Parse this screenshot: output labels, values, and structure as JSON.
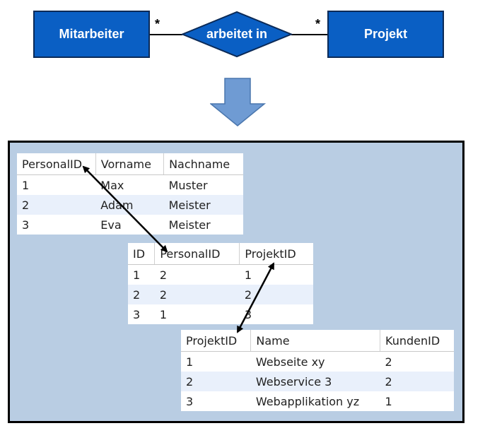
{
  "er_diagram": {
    "entity_left": "Mitarbeiter",
    "relationship": "arbeitet in",
    "entity_right": "Projekt",
    "multiplicity_left": "*",
    "multiplicity_right": "*",
    "colors": {
      "entity_fill": "#0a5fc4",
      "entity_border": "#0b2a57",
      "arrow_fill": "#6f9bd3",
      "panel_bg": "#b9cde3"
    }
  },
  "tables": {
    "mitarbeiter": {
      "headers": [
        "PersonalID",
        "Vorname",
        "Nachname"
      ],
      "rows": [
        [
          "1",
          "Max",
          "Muster"
        ],
        [
          "2",
          "Adam",
          "Meister"
        ],
        [
          "3",
          "Eva",
          "Meister"
        ]
      ]
    },
    "zuordnung": {
      "headers": [
        "ID",
        "PersonalID",
        "ProjektID"
      ],
      "rows": [
        [
          "1",
          "2",
          "1"
        ],
        [
          "2",
          "2",
          "2"
        ],
        [
          "3",
          "1",
          "3"
        ]
      ]
    },
    "projekt": {
      "headers": [
        "ProjektID",
        "Name",
        "KundenID"
      ],
      "rows": [
        [
          "1",
          "Webseite xy",
          "2"
        ],
        [
          "2",
          "Webservice 3",
          "2"
        ],
        [
          "3",
          "Webapplikation yz",
          "1"
        ]
      ]
    }
  }
}
